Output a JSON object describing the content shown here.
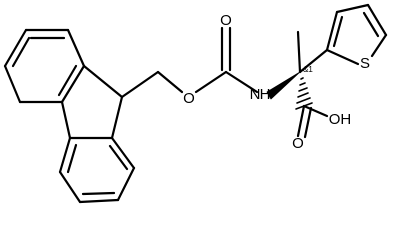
{
  "atom_labels": {
    "carbonyl_o": "O",
    "ester_o": "O",
    "amine_n": "N",
    "amine_h": "H",
    "thiophene_s": "S",
    "acid_o": "O",
    "acid_oh": "OH"
  },
  "stereo_label": "&1"
}
